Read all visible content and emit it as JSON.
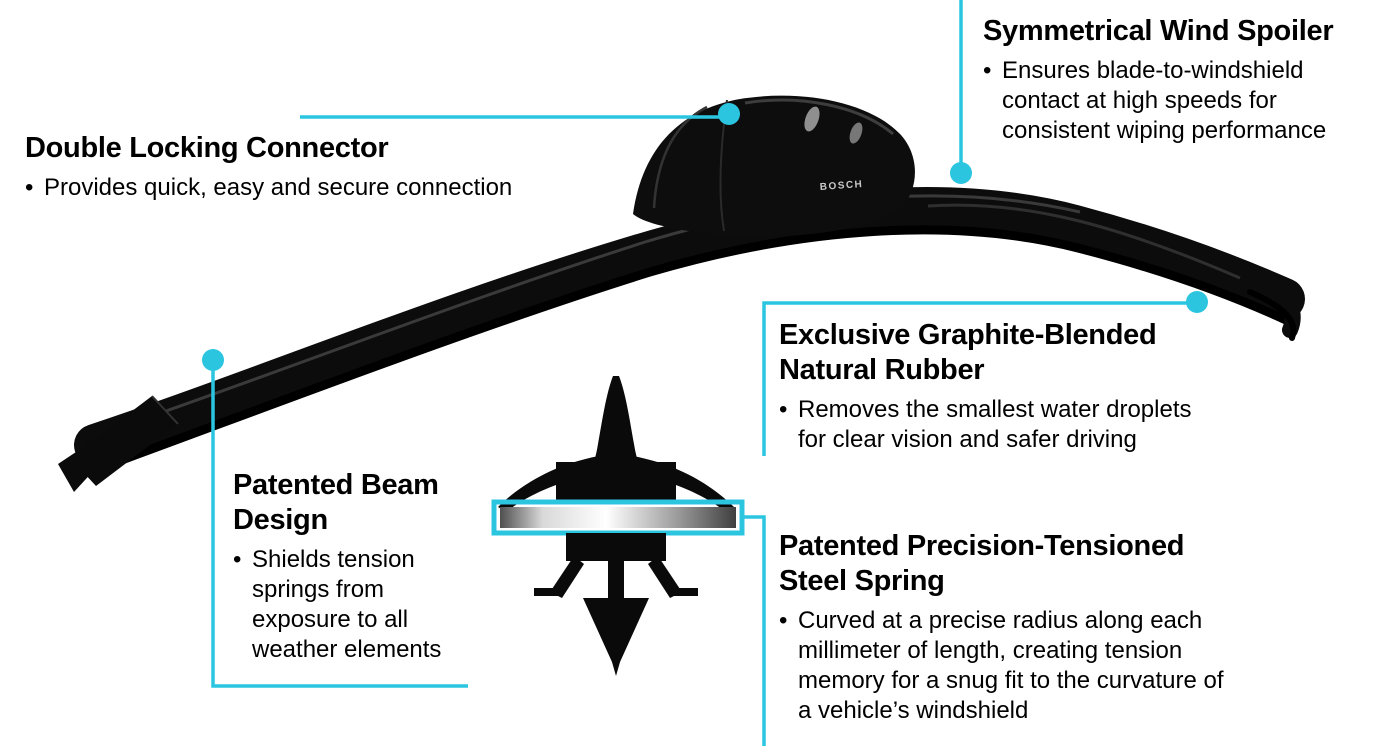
{
  "colors": {
    "accent": "#2BC5E0",
    "background": "#FFFFFF",
    "text": "#000000",
    "blade_black": "#0B0B0B"
  },
  "ui": {
    "bullet_char": "•"
  },
  "product": {
    "logo_text": "BOSCH"
  },
  "callouts": [
    {
      "id": "symmetrical-wind-spoiler",
      "title": "Symmetrical Wind Spoiler",
      "bullet": "Ensures blade-to-windshield contact at high speeds for consistent wiping performance"
    },
    {
      "id": "double-locking-connector",
      "title": "Double Locking Connector",
      "bullet": "Provides quick, easy and secure connection"
    },
    {
      "id": "exclusive-graphite-blended-natural-rubber",
      "title": "Exclusive Graphite-Blended Natural Rubber",
      "bullet": "Removes the smallest water droplets for clear vision and safer driving"
    },
    {
      "id": "patented-beam-design",
      "title": "Patented Beam Design",
      "bullet": "Shields tension springs from exposure to all weather elements"
    },
    {
      "id": "patented-precision-tensioned-steel-spring",
      "title": "Patented Precision-Tensioned Steel Spring",
      "bullet": "Curved at a precise radius along each millimeter of length, creating tension memory for a snug fit to the curvature of a vehicle’s windshield"
    }
  ]
}
